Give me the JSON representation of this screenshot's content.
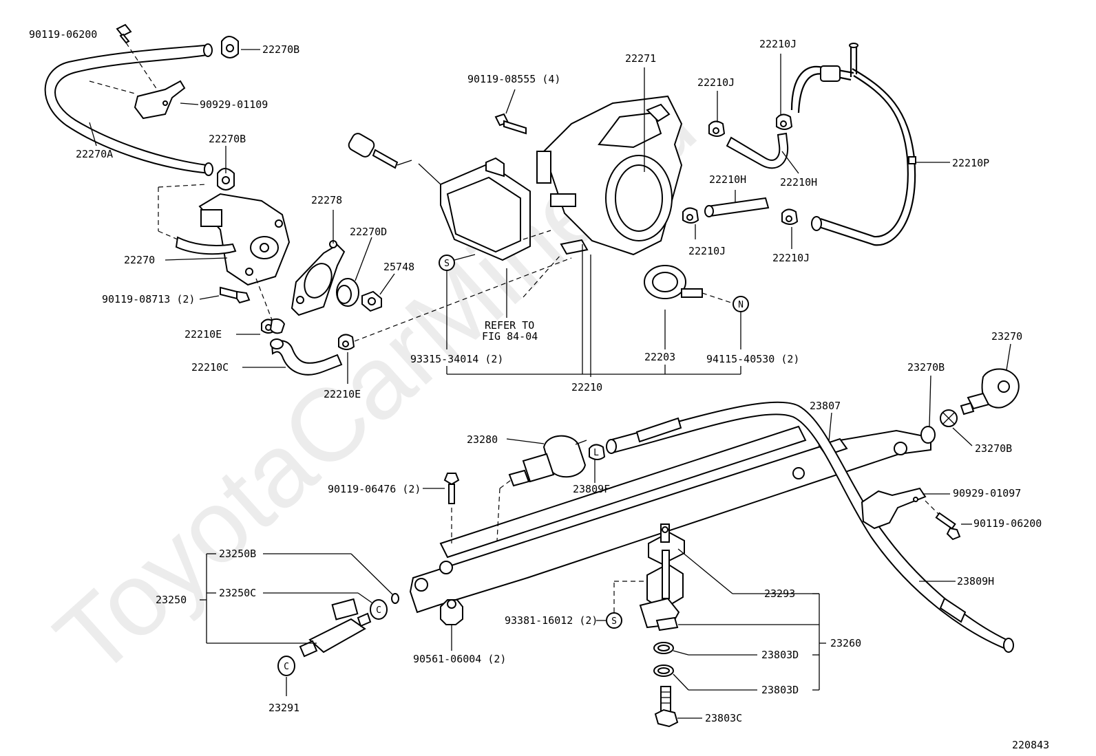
{
  "watermark": "ToyotaCarMine.ru",
  "figure_id": "220843",
  "refer": [
    "REFER TO",
    "FIG 84-04"
  ],
  "labels": [
    {
      "id": "p90119_06200a",
      "text": "90119-06200"
    },
    {
      "id": "p22270B_a",
      "text": "22270B"
    },
    {
      "id": "p90929_01109",
      "text": "90929-01109"
    },
    {
      "id": "p22270A",
      "text": "22270A"
    },
    {
      "id": "p22270B_b",
      "text": "22270B"
    },
    {
      "id": "p22270",
      "text": "22270"
    },
    {
      "id": "p90119_08713",
      "text": "90119-08713 (2)"
    },
    {
      "id": "p22210E_a",
      "text": "22210E"
    },
    {
      "id": "p22210C",
      "text": "22210C"
    },
    {
      "id": "p22210E_b",
      "text": "22210E"
    },
    {
      "id": "p22278",
      "text": "22278"
    },
    {
      "id": "p22270D",
      "text": "22270D"
    },
    {
      "id": "p25748",
      "text": "25748"
    },
    {
      "id": "p90119_08555",
      "text": "90119-08555 (4)"
    },
    {
      "id": "p22271",
      "text": "22271"
    },
    {
      "id": "p22210J_a",
      "text": "22210J"
    },
    {
      "id": "p22210J_b",
      "text": "22210J"
    },
    {
      "id": "p22210H_a",
      "text": "22210H"
    },
    {
      "id": "p22210P",
      "text": "22210P"
    },
    {
      "id": "p22210H_b",
      "text": "22210H"
    },
    {
      "id": "p22210J_c",
      "text": "22210J"
    },
    {
      "id": "p22210J_d",
      "text": "22210J"
    },
    {
      "id": "p93315_34014",
      "text": "93315-34014 (2)"
    },
    {
      "id": "p22203",
      "text": "22203"
    },
    {
      "id": "p94115_40530",
      "text": "94115-40530 (2)"
    },
    {
      "id": "p22210",
      "text": "22210"
    },
    {
      "id": "p23270",
      "text": "23270"
    },
    {
      "id": "p23270B_a",
      "text": "23270B"
    },
    {
      "id": "p23807",
      "text": "23807"
    },
    {
      "id": "p23270B_b",
      "text": "23270B"
    },
    {
      "id": "p23280",
      "text": "23280"
    },
    {
      "id": "p90119_06476",
      "text": "90119-06476 (2)"
    },
    {
      "id": "p23809F",
      "text": "23809F"
    },
    {
      "id": "p90929_01097",
      "text": "90929-01097"
    },
    {
      "id": "p90119_06200b",
      "text": "90119-06200"
    },
    {
      "id": "p23250B",
      "text": "23250B"
    },
    {
      "id": "p23250",
      "text": "23250"
    },
    {
      "id": "p23250C",
      "text": "23250C"
    },
    {
      "id": "p23809H",
      "text": "23809H"
    },
    {
      "id": "p23293",
      "text": "23293"
    },
    {
      "id": "p93381_16012",
      "text": "93381-16012 (2)"
    },
    {
      "id": "p23260",
      "text": "23260"
    },
    {
      "id": "p90561_06004",
      "text": "90561-06004 (2)"
    },
    {
      "id": "p23803D_a",
      "text": "23803D"
    },
    {
      "id": "p23803D_b",
      "text": "23803D"
    },
    {
      "id": "p23291",
      "text": "23291"
    },
    {
      "id": "p23803C",
      "text": "23803C"
    }
  ],
  "symbols": {
    "s": "S",
    "n": "N",
    "c": "C"
  }
}
